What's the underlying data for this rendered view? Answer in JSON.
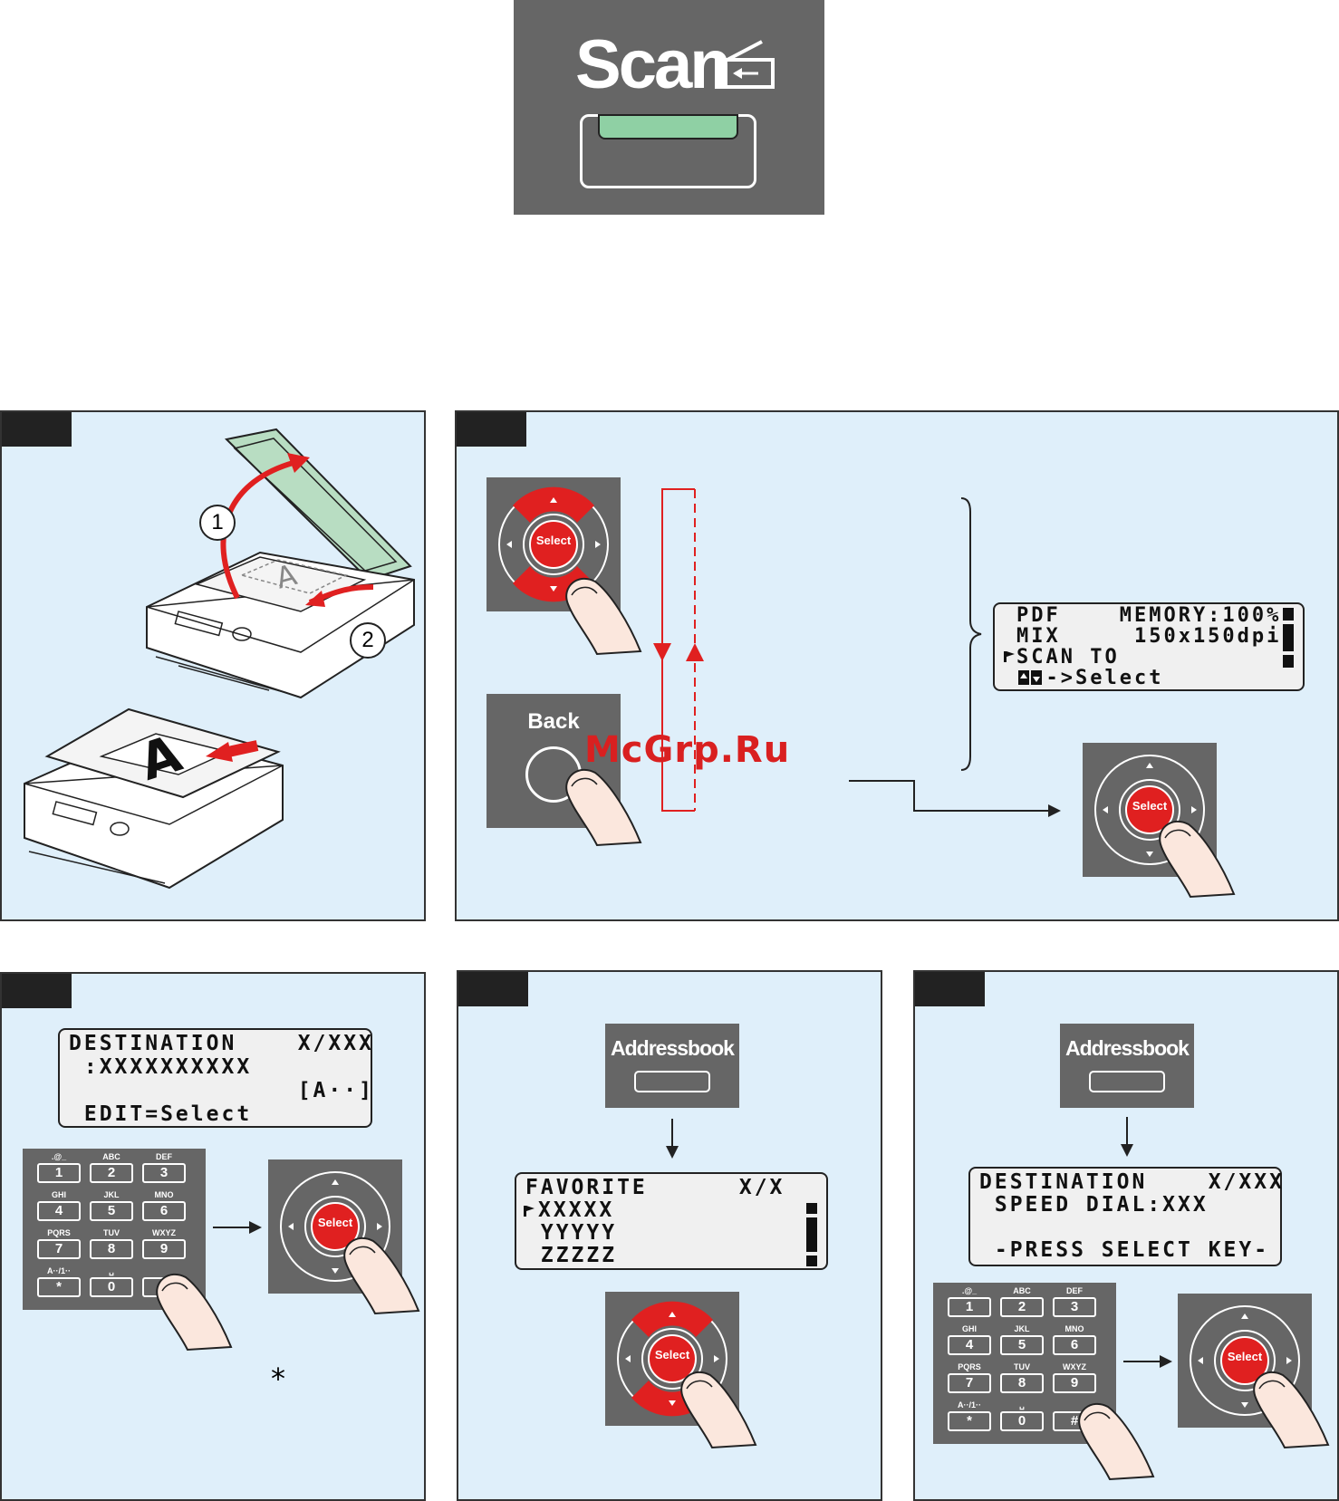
{
  "scan_key": {
    "label": "Scan"
  },
  "step1": {
    "marker_1": "1",
    "marker_2": "2"
  },
  "step2": {
    "select_label": "Select",
    "back_label": "Back",
    "lcd_rows": [
      "PDF    MEMORY:100%",
      "MIX     150x150dpi",
      "SCAN TO",
      "  ->Select"
    ]
  },
  "step3": {
    "lcd_rows": [
      "DESTINATION    X/XXX",
      " :XXXXXXXXXX",
      "               [A··]",
      " EDIT=Select"
    ],
    "select_label": "Select",
    "asterisk_note": "*"
  },
  "step4": {
    "addressbook_label": "Addressbook",
    "lcd_rows": [
      "FAVORITE      X/X",
      "XXXXX",
      " YYYYY",
      " ZZZZZ"
    ],
    "select_label": "Select"
  },
  "step5": {
    "addressbook_label": "Addressbook",
    "lcd_rows": [
      "DESTINATION    X/XXX",
      " SPEED DIAL:XXX",
      "",
      " -PRESS SELECT KEY-"
    ],
    "select_label": "Select"
  },
  "keypad": {
    "keys": [
      {
        "sub": ".@_",
        "num": "1"
      },
      {
        "sub": "ABC",
        "num": "2"
      },
      {
        "sub": "DEF",
        "num": "3"
      },
      {
        "sub": "GHI",
        "num": "4"
      },
      {
        "sub": "JKL",
        "num": "5"
      },
      {
        "sub": "MNO",
        "num": "6"
      },
      {
        "sub": "PQRS",
        "num": "7"
      },
      {
        "sub": "TUV",
        "num": "8"
      },
      {
        "sub": "WXYZ",
        "num": "9"
      },
      {
        "sub": "A··/1··",
        "num": "*"
      },
      {
        "sub": "␣",
        "num": "0"
      },
      {
        "sub": "",
        "num": "#"
      }
    ]
  },
  "watermark": "McGrp.Ru",
  "colors": {
    "panel_bg": "#dfeffa",
    "key_gray": "#666666",
    "red": "#e02020",
    "green": "#8fd0a4"
  }
}
